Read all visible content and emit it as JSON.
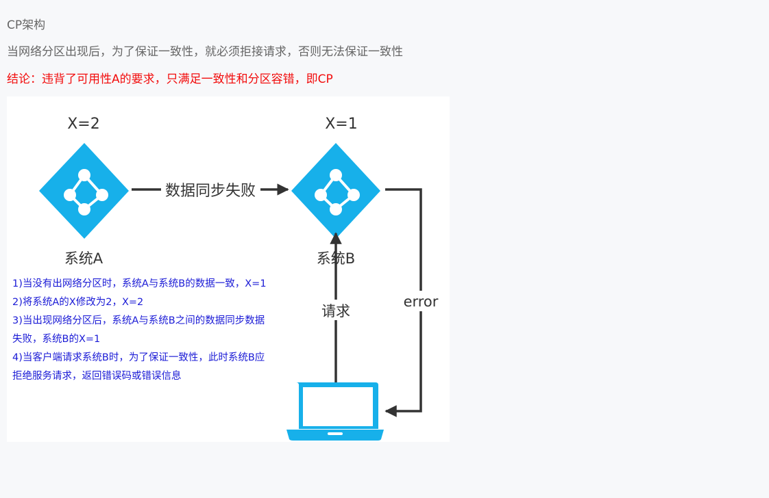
{
  "header": {
    "title": "CP架构",
    "description": "当网络分区出现后，为了保证一致性，就必须拒接请求，否则无法保证一致性",
    "conclusion": "结论：违背了可用性A的要求，只满足一致性和分区容错，即CP"
  },
  "diagram": {
    "node_a": {
      "value": "X=2",
      "label": "系统A"
    },
    "node_b": {
      "value": "X=1",
      "label": "系统B"
    },
    "sync_edge_label": "数据同步失败",
    "request_edge_label": "请求",
    "error_edge_label": "error",
    "colors": {
      "node": "#17b0ea",
      "arrow": "#333333",
      "notes": "#1b1bd6",
      "conclusion": "#f20c0c"
    },
    "notes": [
      "1)当没有出网络分区时，系统A与系统B的数据一致，X=1",
      "2)将系统A的X修改为2，X=2",
      "3)当出现网络分区后，系统A与系统B之间的数据同步数据",
      "失败，系统B的X=1",
      "4)当客户端请求系统B时，为了保证一致性，此时系统B应",
      "拒绝服务请求，返回错误码或错误信息"
    ]
  }
}
